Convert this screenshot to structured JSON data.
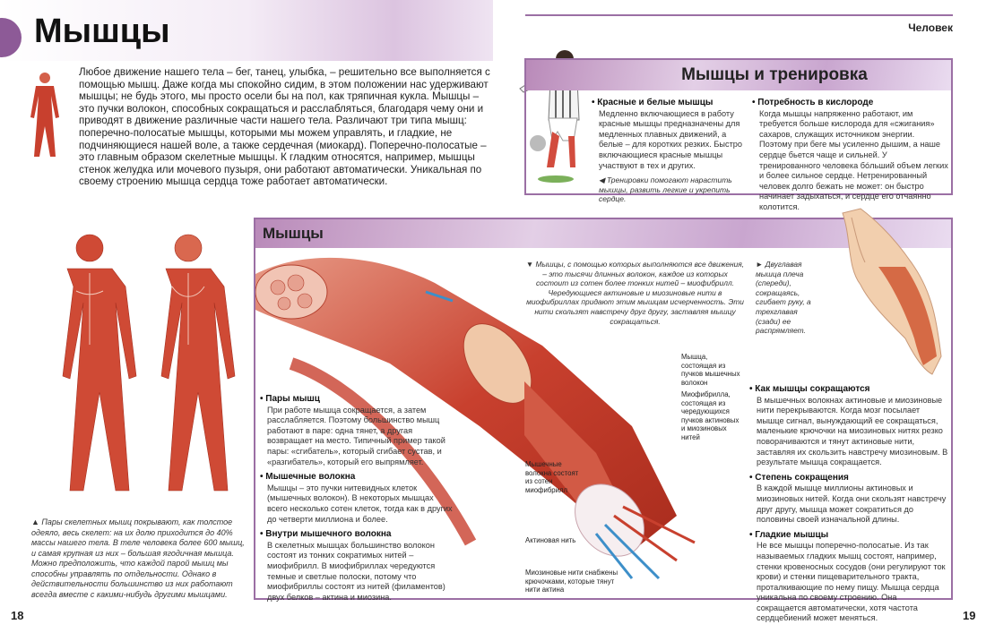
{
  "left_page": {
    "title": "Мышцы",
    "intro": "Любое движение нашего тела – бег, танец, улыбка, – решительно все выполняется с помощью мышц. Даже когда мы спокойно сидим, в этом положении нас удерживают мышцы; не будь этого, мы просто осели бы на пол, как тряпичная кукла. Мышцы – это пучки волокон, способных сокращаться и расслабляться, благодаря чему они и приводят в движение различные части нашего тела. Различают три типа мышц: поперечно-полосатые мышцы, которыми мы можем управлять, и гладкие, не подчиняющиеся нашей воле, а также сердечная (миокард). Поперечно-полосатые – это главным образом скелетные мышцы. К гладким относятся, например, мышцы стенок желудка или мочевого пузыря, они работают автоматически. Уникальная по своему строению мышца сердца тоже работает автоматически.",
    "caption": "▲ Пары скелетных мышц покрывают, как толстое одеяло, весь скелет: на их долю приходится до 40% массы нашего тела. В теле человека более 600 мышц, и самая крупная из них – большая ягодичная мышца. Можно предположить, что каждой парой мышц мы способны управлять по отдельности. Однако в действительности большинство из них работают всегда вместе с какими-нибудь другими мышцами.",
    "page_number": "18"
  },
  "right_page": {
    "section": "Человек",
    "page_number": "19",
    "training": {
      "title": "Мышцы и тренировка",
      "items": [
        {
          "heading": "Красные и белые мышцы",
          "text": "Медленно включающиеся в работу красные мышцы предназначены для медленных плавных движений, а белые – для коротких резких. Быстро включающиеся красные мышцы участвуют в тех и других."
        },
        {
          "heading": "Потребность в кислороде",
          "text": "Когда мышцы напряженно работают, им требуется больше кислорода для «сжигания» сахаров, служащих источником энергии. Поэтому при беге мы усиленно дышим, а наше сердце бьется чаще и сильней. У тренированного человека бо́льший объем легких и более сильное сердце. Нетренированный человек долго бежать не может: он быстро начинает задыхаться, и сердце его отчаянно колотится."
        }
      ],
      "caption": "◀ Тренировки помогают нарастить мышцы, развить легкие и укрепить сердце."
    }
  },
  "muscles": {
    "title": "Мышцы",
    "left_items": [
      {
        "heading": "Пары мышц",
        "text": "При работе мышца сокращается, а затем расслабляется. Поэтому большинство мышц работают в паре: одна тянет, а другая возвращает на место. Типичный пример такой пары: «сгибатель», который сгибает сустав, и «разгибатель», который его выпрямляет."
      },
      {
        "heading": "Мышечные волокна",
        "text": "Мышцы – это пучки нитевидных клеток (мышечных волокон). В некоторых мышцах всего несколько сотен клеток, тогда как в других до четверти миллиона и более."
      },
      {
        "heading": "Внутри мышечного волокна",
        "text": "В скелетных мышцах большинство волокон состоят из тонких сократимых нитей – миофибрилл. В миофибриллах чередуются темные и светлые полоски, потому что миофибриллы состоят из нитей (филаментов) двух белков – актина и миозина."
      }
    ],
    "right_items": [
      {
        "heading": "Как мышцы сокращаются",
        "text": "В мышечных волокнах актиновые и миозиновые нити перекрываются. Когда мозг посылает мышце сигнал, вынуждающий ее сокращаться, маленькие крючочки на миозиновых нитях резко поворачиваются и тянут актиновые нити, заставляя их скользить навстречу миозиновым. В результате мышца сокращается."
      },
      {
        "heading": "Степень сокращения",
        "text": "В каждой мышце миллионы актиновых и миозиновых нитей. Когда они скользят навстречу друг другу, мышца может сократиться до половины своей изначальной длины."
      },
      {
        "heading": "Гладкие мышцы",
        "text": "Не все мышцы поперечно-полосатые. Из так называемых гладких мышц состоят, например, стенки кровеносных сосудов (они регулируют ток крови) и стенки пищеварительного тракта, проталкивающие по нему пищу. Мышца сердца уникальна по своему строению. Она сокращается автоматически, хотя частота сердцебиений может меняться."
      }
    ],
    "fiber_caption": "▼ Мышцы, с помощью которых выполняются все движения, – это тысячи длинных волокон, каждое из которых состоит из сотен более тонких нитей – миофибрилл. Чередующиеся актиновые и миозиновые нити в миофибриллах придают этим мышцам исчерченность. Эти нити скользят навстречу друг другу, заставляя мышцу сокращаться.",
    "arm_caption": "► Двуглавая мышца плеча (спереди), сокращаясь, сгибает руку, а трехглавая (сзади) ее распрямляет.",
    "labels": {
      "muscle": "Мышца, состоящая из пучков мышечных волокон",
      "myofibril": "Миофибрилла, состоящая из чередующихся пучков актиновых и миозиновых нитей",
      "fibers": "Мышечные волокна состоят из сотен миофибрилл",
      "actin": "Актиновая нить",
      "myosin": "Миозиновые нити снабжены крючочками, которые тянут нити актина"
    }
  },
  "colors": {
    "accent": "#9b6fa4",
    "muscle": "#c8402e"
  }
}
